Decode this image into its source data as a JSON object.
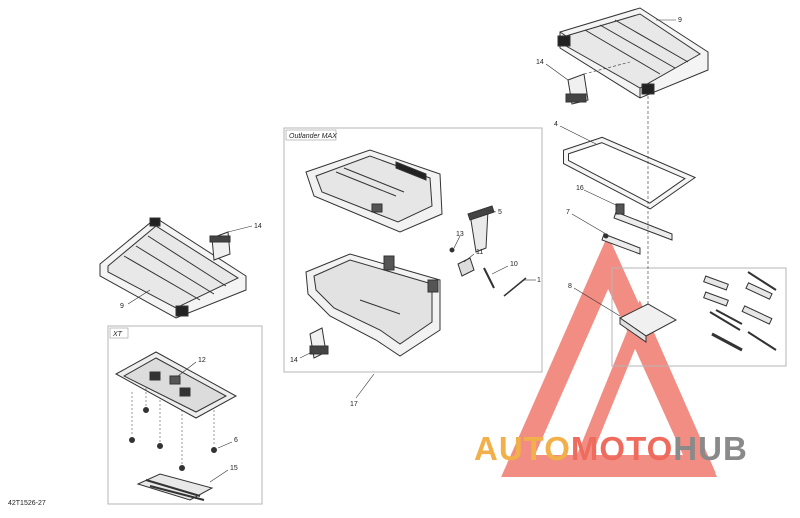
{
  "diagram": {
    "boxes": {
      "outlander_max": "Outlander MAX",
      "xt": "XT"
    },
    "callouts": {
      "c9_top": "9",
      "c14_top": "14",
      "c4": "4",
      "c16": "16",
      "c7": "7",
      "c8": "8",
      "c5": "5",
      "c13": "13",
      "c11": "11",
      "c10": "10",
      "c1": "1",
      "c14_left": "14",
      "c9_left": "9",
      "c14_mid": "14",
      "c17": "17",
      "c12": "12",
      "c6": "6",
      "c15": "15"
    },
    "reference_code": "42T1526-27"
  },
  "watermark": {
    "part1": "AUTO",
    "part2": "MOTO",
    "part3": "HUB",
    "colors": {
      "gold": "#f2b04a",
      "red": "#ef6b5e",
      "gray": "#8a8a8a"
    }
  }
}
